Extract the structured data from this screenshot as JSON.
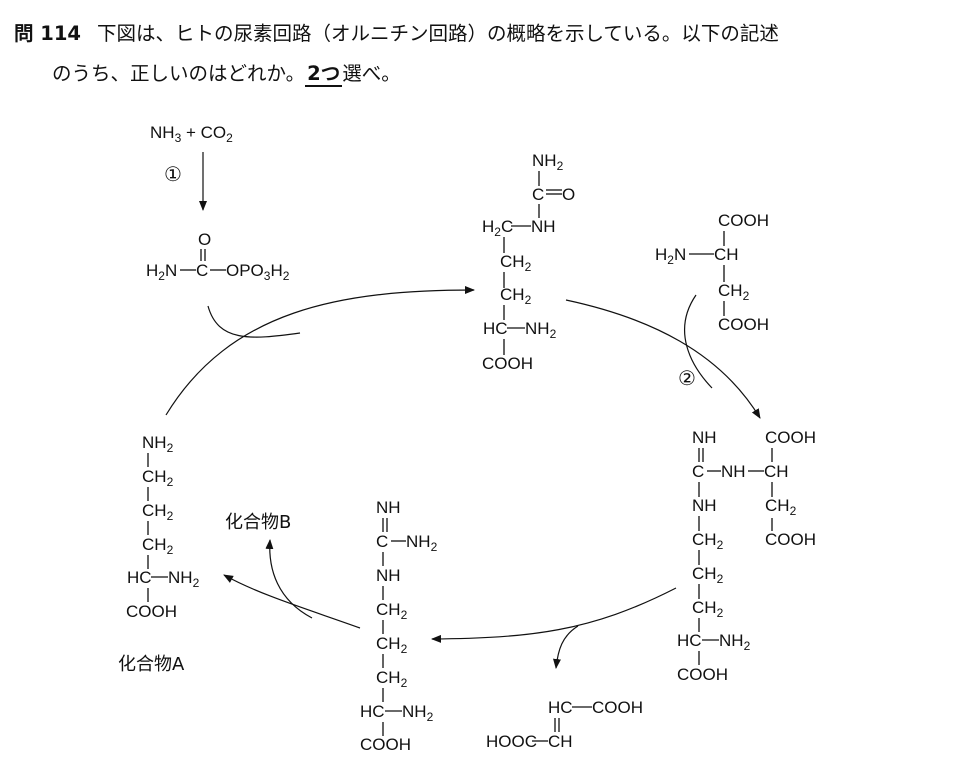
{
  "question": {
    "number": "問 114",
    "text_1": "下図は、ヒトの尿素回路（オルニチン回路）の概略を示している。以下の記述",
    "text_2a": "のうち、正しいのはどれか。",
    "emphasis": "2つ",
    "text_2b": "選べ。"
  },
  "diagram": {
    "step_1": "①",
    "step_2": "②",
    "compound_a_label": "化合物A",
    "compound_b_label": "化合物B"
  }
}
